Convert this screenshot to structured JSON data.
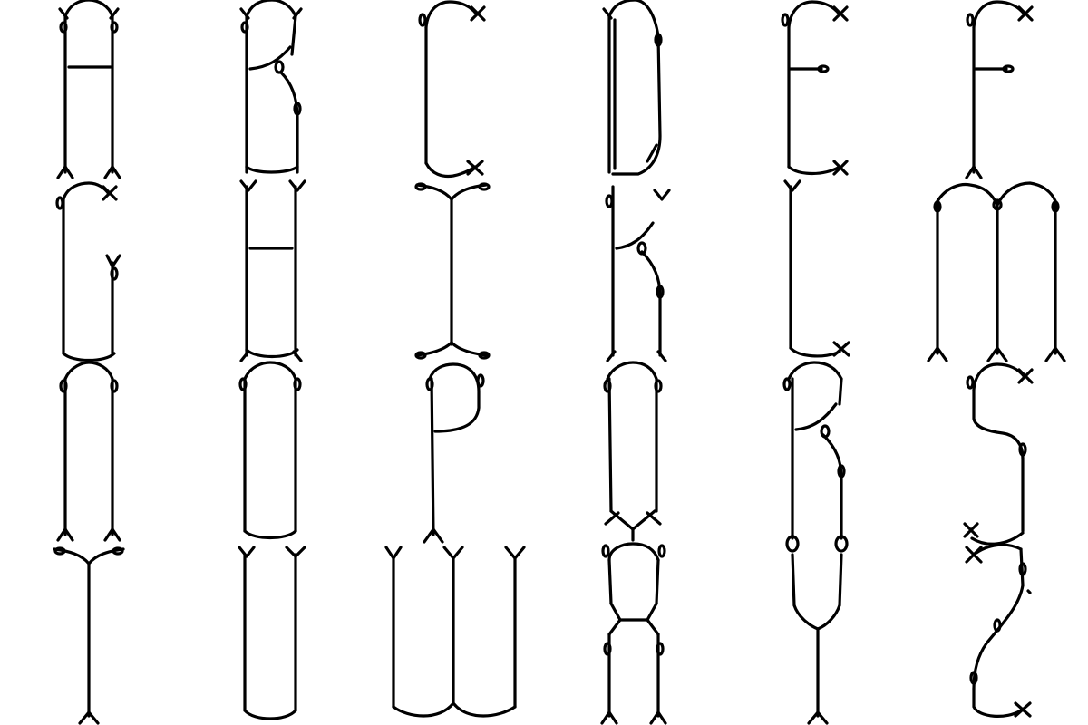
{
  "specimen": {
    "ink_color": "#000000",
    "background_color": "#ffffff",
    "style": "gothic-blackletter-outline",
    "glyphs": [
      "A",
      "B",
      "C",
      "D",
      "E",
      "F",
      "G",
      "H",
      "I",
      "K",
      "L",
      "M",
      "O",
      "Q",
      "P",
      "U",
      "R",
      "S",
      "T",
      "V",
      "W",
      "X",
      "Y",
      "Z"
    ]
  }
}
